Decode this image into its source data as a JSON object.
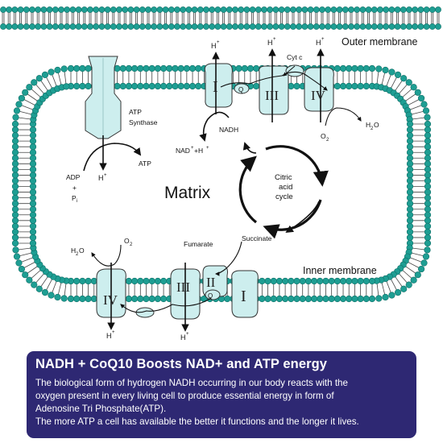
{
  "labels": {
    "outer_membrane": "Outer membrane",
    "inner_membrane": "Inner membrane",
    "matrix": "Matrix",
    "atp_synthase_1": "ATP",
    "atp_synthase_2": "Synthase",
    "h_plus": "H",
    "plus": "+",
    "adp": "ADP",
    "pi": "P",
    "pi_sub": "i",
    "atp": "ATP",
    "nadh": "NADH",
    "nad": "NAD",
    "nad_tail": "+H",
    "cyt_c": "Cyt c",
    "q": "Q",
    "o2": "O",
    "two": "2",
    "h2o_h": "H",
    "h2o_o": "O",
    "citric_1": "Citric",
    "citric_2": "acid",
    "citric_3": "cycle",
    "fumarate": "Fumarate",
    "succinate": "Succinate",
    "complex_I": "I",
    "complex_II": "II",
    "complex_III": "III",
    "complex_IV": "IV"
  },
  "info": {
    "title": "NADH + CoQ10 Boosts NAD+ and ATP energy",
    "lines": [
      "The biological form of hydrogen NADH occurring in our body reacts with the",
      "oxygen present in every living cell to produce essential energy in form of",
      "Adenosine Tri Phosphate(ATP).",
      "The more ATP a cell has available the better it functions and the longer it lives."
    ]
  },
  "colors": {
    "membrane_head": "#1e9e93",
    "membrane_head_stroke": "#0f6e66",
    "protein_fill": "#cdeeee",
    "info_bg": "#2e2873",
    "arrow": "#111111"
  }
}
